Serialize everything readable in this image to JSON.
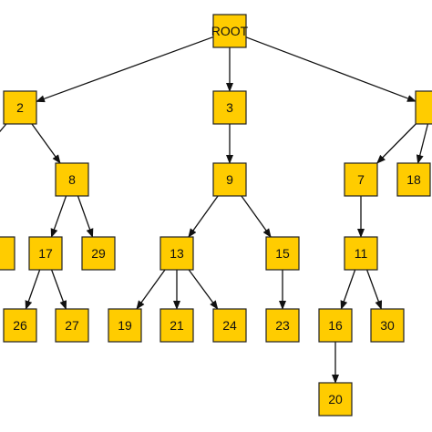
{
  "colors": {
    "node_fill": "#FFCC00",
    "node_stroke": "#222222",
    "edge": "#111111",
    "text": "#111111",
    "background": "#ffffff"
  },
  "tree": {
    "nodes": [
      {
        "id": "root",
        "label": "ROOT"
      },
      {
        "id": "n2",
        "label": "2"
      },
      {
        "id": "n3",
        "label": "3"
      },
      {
        "id": "nR",
        "label": ""
      },
      {
        "id": "n8",
        "label": "8"
      },
      {
        "id": "n9",
        "label": "9"
      },
      {
        "id": "n7",
        "label": "7"
      },
      {
        "id": "n18",
        "label": "18"
      },
      {
        "id": "nL",
        "label": ""
      },
      {
        "id": "n17",
        "label": "17"
      },
      {
        "id": "n29",
        "label": "29"
      },
      {
        "id": "n13",
        "label": "13"
      },
      {
        "id": "n15",
        "label": "15"
      },
      {
        "id": "n11",
        "label": "11"
      },
      {
        "id": "n26",
        "label": "26"
      },
      {
        "id": "n27",
        "label": "27"
      },
      {
        "id": "n19",
        "label": "19"
      },
      {
        "id": "n21",
        "label": "21"
      },
      {
        "id": "n24",
        "label": "24"
      },
      {
        "id": "n23",
        "label": "23"
      },
      {
        "id": "n16",
        "label": "16"
      },
      {
        "id": "n30",
        "label": "30"
      },
      {
        "id": "n20",
        "label": "20"
      }
    ],
    "edges": [
      {
        "from": "root",
        "to": "n2"
      },
      {
        "from": "root",
        "to": "n3"
      },
      {
        "from": "root",
        "to": "nR"
      },
      {
        "from": "n2",
        "to": "n8"
      },
      {
        "from": "n2",
        "to": "offL"
      },
      {
        "from": "n3",
        "to": "n9"
      },
      {
        "from": "nR",
        "to": "n7"
      },
      {
        "from": "nR",
        "to": "n18"
      },
      {
        "from": "n8",
        "to": "n17"
      },
      {
        "from": "n8",
        "to": "n29"
      },
      {
        "from": "n9",
        "to": "n13"
      },
      {
        "from": "n9",
        "to": "n15"
      },
      {
        "from": "n7",
        "to": "n11"
      },
      {
        "from": "n17",
        "to": "n26"
      },
      {
        "from": "n17",
        "to": "n27"
      },
      {
        "from": "n13",
        "to": "n19"
      },
      {
        "from": "n13",
        "to": "n21"
      },
      {
        "from": "n13",
        "to": "n24"
      },
      {
        "from": "n15",
        "to": "n23"
      },
      {
        "from": "n11",
        "to": "n16"
      },
      {
        "from": "n11",
        "to": "n30"
      },
      {
        "from": "n16",
        "to": "n20"
      }
    ]
  }
}
